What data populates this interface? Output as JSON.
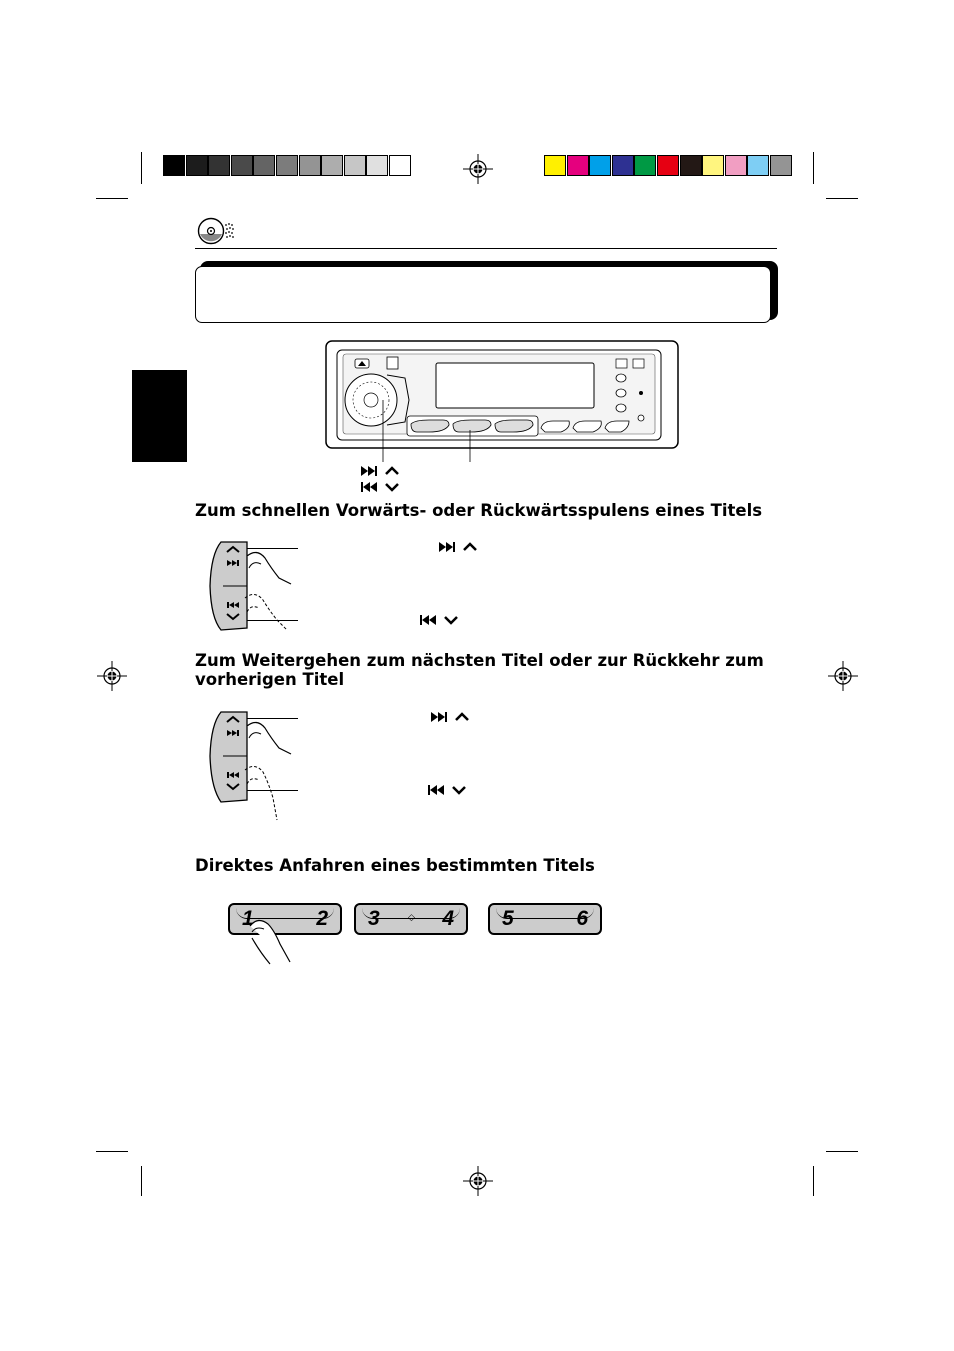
{
  "print_marks": {
    "grayscale_bar": [
      "#000000",
      "#1c1c1c",
      "#333333",
      "#4a4a4a",
      "#646464",
      "#7c7c7c",
      "#949494",
      "#adadad",
      "#c6c6c6",
      "#e0e0e0",
      "#ffffff"
    ],
    "color_bar": [
      "#fff000",
      "#e5007e",
      "#00a0e9",
      "#2e3192",
      "#009944",
      "#e60012",
      "#231815",
      "#fff57f",
      "#f19ec2",
      "#7ecef4",
      "#949494"
    ]
  },
  "header": {
    "icon": "cd-disc-icon"
  },
  "sections": [
    {
      "id": "fast-search",
      "heading": "Zum schnellen Vorwärts- oder Rückwärtsspulens eines Titels"
    },
    {
      "id": "skip",
      "heading_line1": "Zum Weitergehen zum nächsten Titel oder zur Rückkehr zum",
      "heading_line2": "vorherigen Titel"
    },
    {
      "id": "direct",
      "heading": "Direktes Anfahren eines bestimmten Titels"
    }
  ],
  "preset_buttons": [
    {
      "left": "1",
      "right": "2"
    },
    {
      "left": "3",
      "right": "4"
    },
    {
      "left": "5",
      "right": "6"
    }
  ],
  "icons": {
    "next": "skip-forward-up-icon",
    "prev": "skip-back-down-icon"
  }
}
